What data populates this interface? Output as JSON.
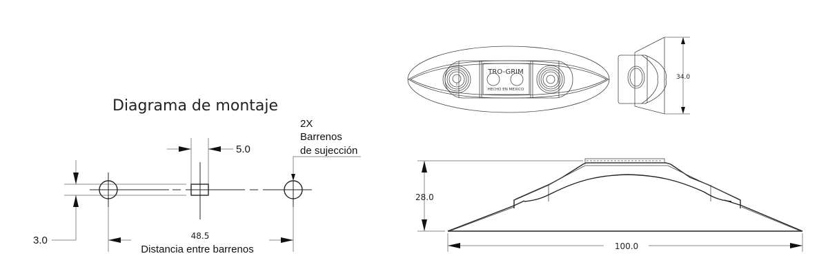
{
  "mounting_diagram": {
    "title": "Diagrama de montaje",
    "dim_slot_width": "5.0",
    "dim_slot_height": "3.0",
    "dim_hole_spacing": "48.5",
    "hole_spacing_label": "Distancia entre barrenos",
    "hole_callout_qty": "2X",
    "hole_callout_line1": "Barrenos",
    "hole_callout_line2": "de sujección"
  },
  "top_view": {
    "brand_text": "TRO-GRIM",
    "origin_text": "HECHO EN MEXICO"
  },
  "end_view": {
    "dim_height": "34.0"
  },
  "side_view": {
    "dim_height": "28.0",
    "dim_length": "100.0"
  }
}
